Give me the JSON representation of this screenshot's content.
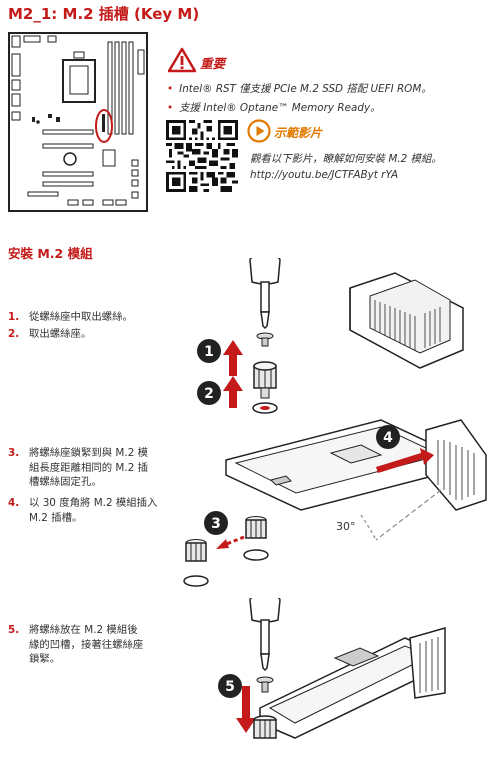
{
  "page_title": "M2_1: M.2 插槽 (Key M)",
  "notice": {
    "title": "重要",
    "bullets": [
      "Intel® RST 僅支援 PCIe M.2 SSD 搭配 UEFI ROM。",
      "支援 Intel® Optane™ Memory Ready。"
    ]
  },
  "video": {
    "title": "示範影片",
    "description": "觀看以下影片，瞭解如何安裝 M.2 模組。",
    "url": "http://youtu.be/JCTFAByt rYA"
  },
  "install_section_title": "安裝 M.2 模組",
  "steps": [
    {
      "num": "1.",
      "lines": [
        "從螺絲座中取出螺絲。"
      ]
    },
    {
      "num": "2.",
      "lines": [
        "取出螺絲座。"
      ]
    },
    {
      "num": "3.",
      "lines": [
        "將螺絲座鎖緊到與 M.2 模",
        "組長度距離相同的 M.2 插",
        "槽螺絲固定孔。"
      ]
    },
    {
      "num": "4.",
      "lines": [
        "以 30 度角將 M.2 模組插入",
        "M.2 插槽。"
      ]
    },
    {
      "num": "5.",
      "lines": [
        "將螺絲放在 M.2 模組後",
        "緣的凹槽，接著往螺絲座",
        "鎖緊。"
      ]
    }
  ],
  "figure_labels": {
    "step1": "1",
    "step2": "2",
    "step3": "3",
    "step4": "4",
    "step5": "5",
    "angle": "30°"
  },
  "colors": {
    "accent": "#c41a1a",
    "video_accent": "#e07b00"
  }
}
